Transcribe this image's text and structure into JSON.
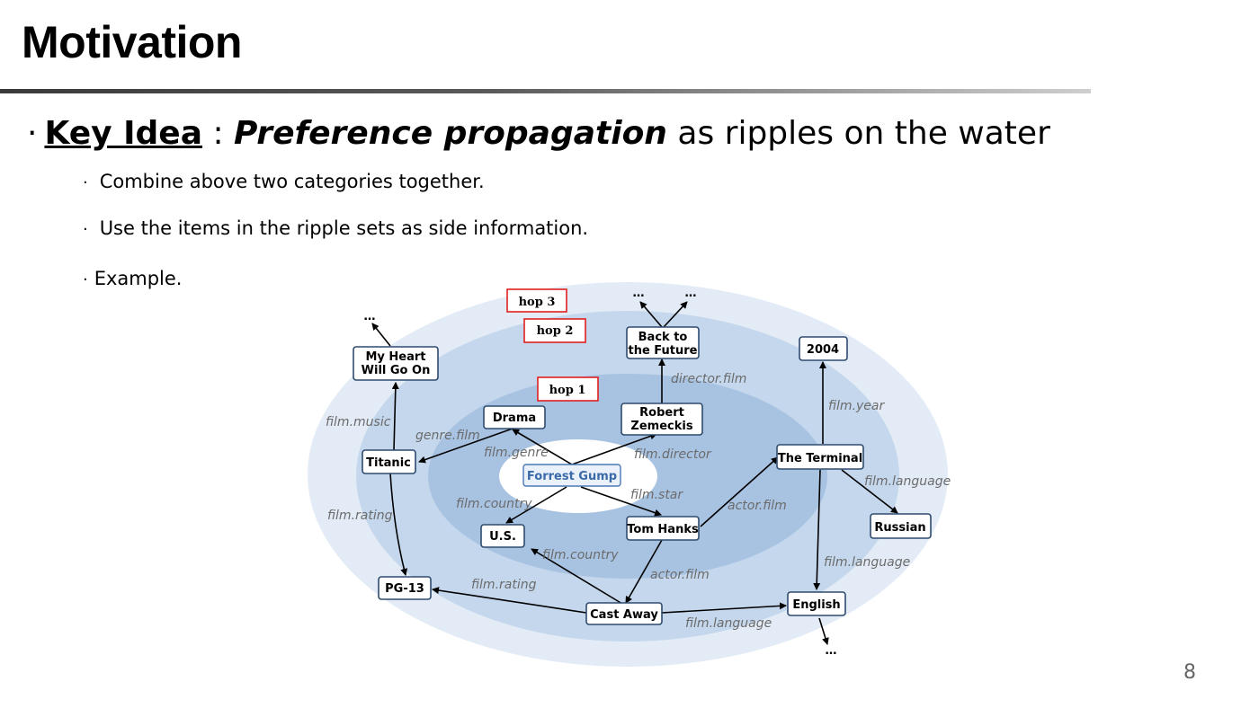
{
  "slide": {
    "title": "Motivation",
    "page_number": "8",
    "bullet": {
      "dot": "·",
      "key": "Key Idea",
      "sep": " : ",
      "emphasis": "Preference propagation",
      "rest": " as ripples on the water"
    },
    "sub_bullets": [
      "Combine above two categories together.",
      "Use the items in the ripple sets as side information.",
      "Example."
    ]
  },
  "diagram": {
    "hops": [
      "hop 3",
      "hop 2",
      "hop 1"
    ],
    "nodes": {
      "forrest_gump": "Forrest Gump",
      "drama": "Drama",
      "robert_zemeckis_1": "Robert",
      "robert_zemeckis_2": "Zemeckis",
      "us": "U.S.",
      "tom_hanks": "Tom Hanks",
      "titanic": "Titanic",
      "back_future_1": "Back to",
      "back_future_2": "the Future",
      "terminal": "The Terminal",
      "cast_away": "Cast Away",
      "heart_1": "My Heart",
      "heart_2": "Will Go On",
      "pg13": "PG-13",
      "year2004": "2004",
      "russian": "Russian",
      "english": "English"
    },
    "relations": {
      "genre_film": "genre.film",
      "film_genre": "film.genre",
      "film_director": "film.director",
      "director_film": "director.film",
      "film_music": "film.music",
      "film_year": "film.year",
      "film_country_1": "film.country",
      "film_star": "film.star",
      "actor_film_1": "actor.film",
      "film_rating_1": "film.rating",
      "film_language_1": "film.language",
      "film_country_2": "film.country",
      "actor_film_2": "actor.film",
      "film_language_2": "film.language",
      "film_rating_2": "film.rating",
      "film_language_3": "film.language"
    },
    "ellipsis": "…"
  }
}
